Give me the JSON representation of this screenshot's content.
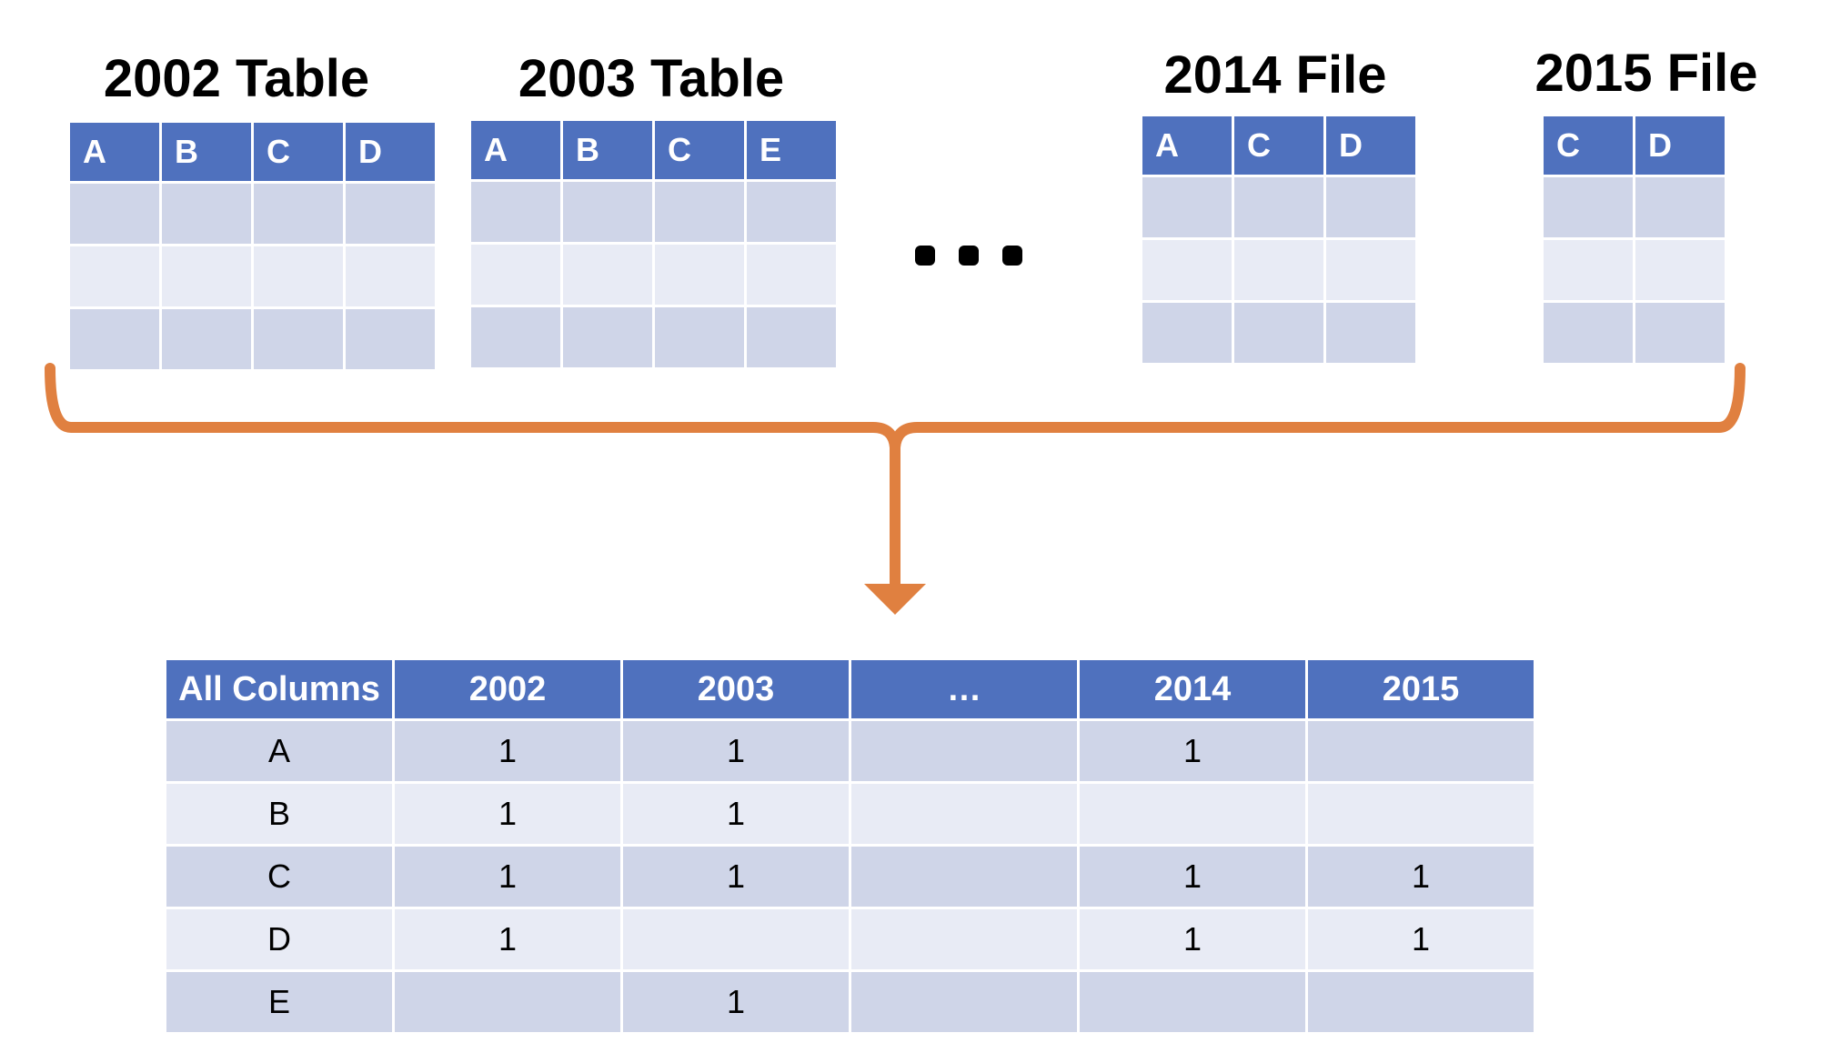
{
  "source_tables": [
    {
      "title": "2002 Table",
      "columns": [
        "A",
        "B",
        "C",
        "D"
      ]
    },
    {
      "title": "2003 Table",
      "columns": [
        "A",
        "B",
        "C",
        "E"
      ]
    },
    {
      "title": "2014 File",
      "columns": [
        "A",
        "C",
        "D"
      ]
    },
    {
      "title": "2015 File",
      "columns": [
        "C",
        "D"
      ]
    }
  ],
  "summary": {
    "headers": [
      "All Columns",
      "2002",
      "2003",
      "…",
      "2014",
      "2015"
    ],
    "rows": [
      [
        "A",
        "1",
        "1",
        "",
        "1",
        ""
      ],
      [
        "B",
        "1",
        "1",
        "",
        "",
        ""
      ],
      [
        "C",
        "1",
        "1",
        "",
        "1",
        "1"
      ],
      [
        "D",
        "1",
        "",
        "",
        "1",
        "1"
      ],
      [
        "E",
        "",
        "1",
        "",
        "",
        ""
      ]
    ]
  },
  "colors": {
    "header": "#4f71be",
    "row_dark": "#cfd5e8",
    "row_light": "#e8ebf5",
    "connector": "#e08040"
  }
}
